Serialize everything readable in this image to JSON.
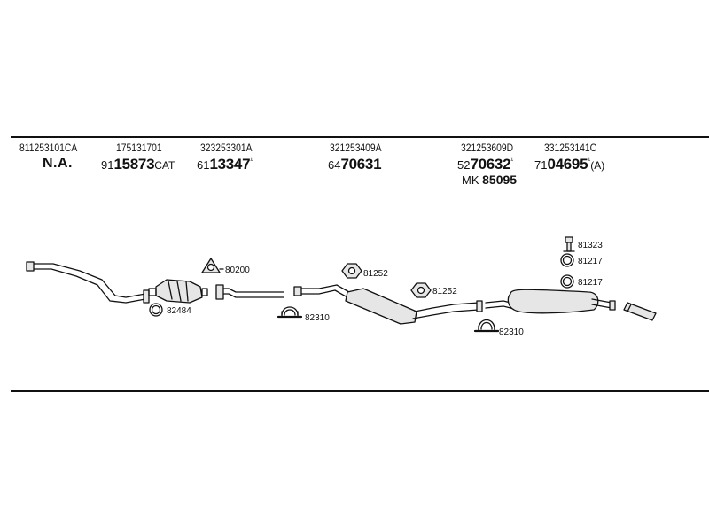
{
  "columns": [
    {
      "oem": "811253101CA",
      "na": "N.A."
    },
    {
      "oem": "175131701",
      "prefix": "91",
      "main": "15873",
      "suffix": "CAT"
    },
    {
      "oem": "323253301A",
      "prefix": "61",
      "main": "13347",
      "sup": "¹"
    },
    {
      "oem": "321253409A",
      "prefix": "64",
      "main": "70631"
    },
    {
      "oem": "321253609D",
      "prefix": "52",
      "main": "70632",
      "sup": "¹",
      "mk_label": "MK",
      "mk_number": "85095"
    },
    {
      "oem": "331253141C",
      "prefix": "71",
      "main": "04695",
      "sup": "¹",
      "suffix": "(A)"
    }
  ],
  "part_labels": {
    "seal_80200": "80200",
    "ring_82484": "82484",
    "clamp_82310_a": "82310",
    "bracket_81252_a": "81252",
    "bracket_81252_b": "81252",
    "clamp_82310_b": "82310",
    "mount_81323": "81323",
    "ring_81217_a": "81217",
    "ring_81217_b": "81217"
  },
  "icons": [
    "exhaust-pipe-icon",
    "catalytic-converter-icon",
    "gasket-icon",
    "o-ring-icon",
    "u-clamp-icon",
    "rubber-hanger-icon",
    "muffler-icon",
    "tailpipe-icon",
    "mount-bolt-icon"
  ],
  "colors": {
    "ink": "#111111",
    "paper": "#ffffff",
    "part_fill": "#e6e6e6"
  }
}
